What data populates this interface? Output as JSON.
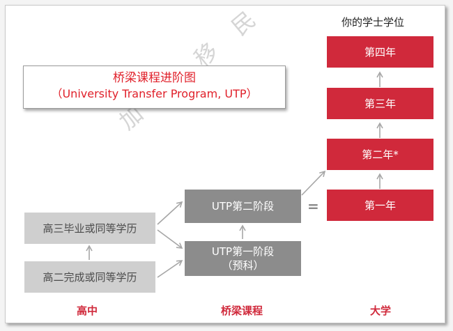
{
  "title": {
    "line1": "桥梁课程进阶图",
    "line2": "（University Transfer Program, UTP）"
  },
  "watermark": "加 美 移 民",
  "high_school": {
    "grade12": "高三毕业或同等学历",
    "grade11": "高二完成或同等学历",
    "label": "高中"
  },
  "utp": {
    "stage2": "UTP第二阶段",
    "stage1_line1": "UTP第一阶段",
    "stage1_line2": "（预科）",
    "label": "桥梁课程"
  },
  "equals": "=",
  "university": {
    "heading": "你的学士学位",
    "year4": "第四年",
    "year3": "第三年",
    "year2": "第二年*",
    "year1": "第一年",
    "label": "大学"
  },
  "colors": {
    "accent_red": "#d0293b",
    "title_red": "#e0202a",
    "gray_dark": "#8c8c8c",
    "gray_light": "#cfcfcf"
  }
}
